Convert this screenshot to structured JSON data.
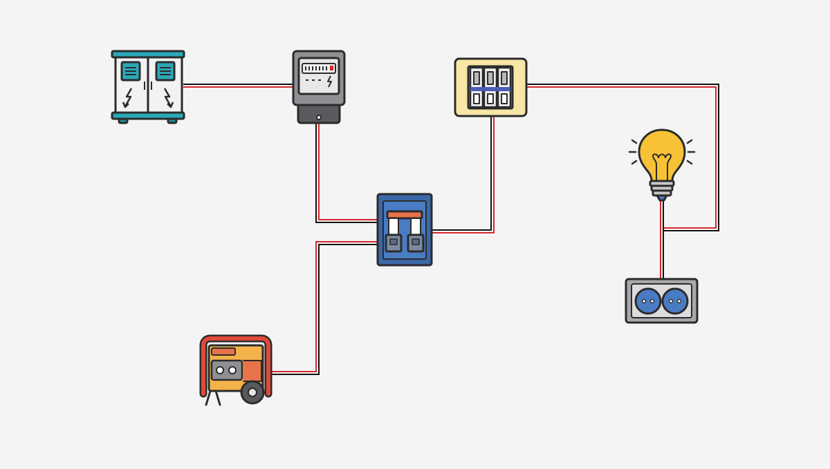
{
  "diagram": {
    "background_color": "#f4f4f4",
    "wire_colors": {
      "live": "#d7262d",
      "neutral": "#111111"
    },
    "nodes": [
      {
        "id": "utility-cabinet",
        "icon": "electrical-cabinet-icon"
      },
      {
        "id": "electric-meter",
        "icon": "electric-meter-icon"
      },
      {
        "id": "transfer-switch",
        "icon": "transfer-switch-icon"
      },
      {
        "id": "breaker-panel",
        "icon": "circuit-breaker-panel-icon"
      },
      {
        "id": "light-bulb",
        "icon": "light-bulb-icon"
      },
      {
        "id": "wall-outlet",
        "icon": "power-outlet-icon"
      },
      {
        "id": "generator",
        "icon": "portable-generator-icon"
      }
    ],
    "connections": [
      {
        "from": "utility-cabinet",
        "to": "electric-meter"
      },
      {
        "from": "electric-meter",
        "to": "transfer-switch"
      },
      {
        "from": "generator",
        "to": "transfer-switch"
      },
      {
        "from": "transfer-switch",
        "to": "breaker-panel"
      },
      {
        "from": "breaker-panel",
        "to": "light-bulb"
      },
      {
        "from": "light-bulb",
        "to": "wall-outlet"
      }
    ]
  }
}
